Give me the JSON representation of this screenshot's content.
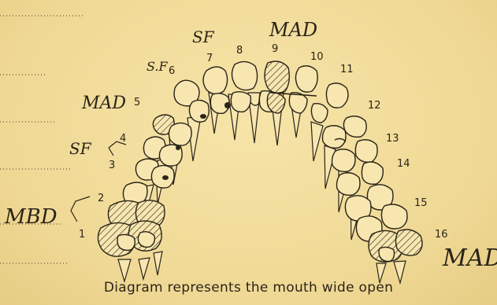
{
  "caption": "Diagram represents the mouth wide open",
  "tooth_numbers": [
    "1",
    "2",
    "3",
    "4",
    "5",
    "6",
    "7",
    "8",
    "9",
    "10",
    "11",
    "12",
    "13",
    "14",
    "15",
    "16"
  ],
  "annotations": {
    "mbd": "MBD",
    "sf_left": "SF",
    "mad_left": "MAD",
    "sf_6": "S.F",
    "sf_top": "SF",
    "mad_top": "MAD",
    "mad_right": "MAD"
  },
  "colors": {
    "paper": "#f2dc9c",
    "ink": "#2a2418"
  }
}
